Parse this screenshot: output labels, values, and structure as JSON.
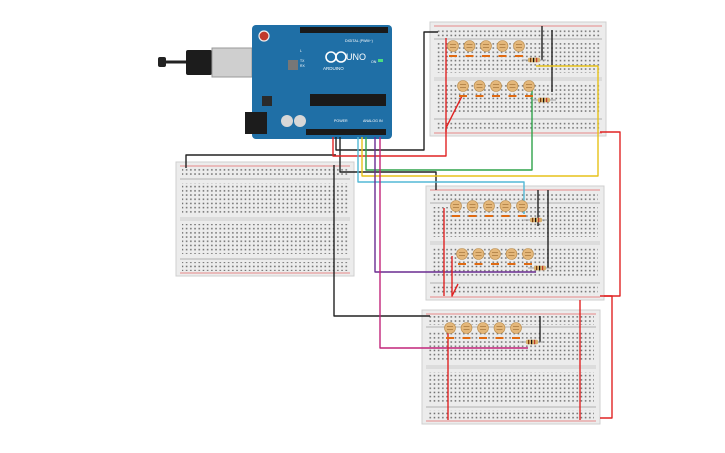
{
  "arduino": {
    "model": "UNO",
    "brand": "ARDUINO",
    "header_digital": "DIGITAL (PWM~)",
    "header_power": "POWER",
    "header_analog": "ANALOG IN",
    "on_label": "ON",
    "tx_label": "TX",
    "rx_label": "RX",
    "l_label": "L",
    "board_color": "#1f6fa6"
  },
  "colors": {
    "breadboard": "#ececec",
    "wire_black": "#222222",
    "wire_red": "#e02424",
    "wire_green": "#2fa34a",
    "wire_yellow": "#e7c21a",
    "wire_cyan": "#53b8d6",
    "wire_purple": "#6a2c91",
    "wire_magenta": "#c2257a",
    "ldr": "#e4b77a",
    "jumper": "#e06a12"
  },
  "breadboards": [
    {
      "id": "bb1",
      "ldr_rows": 2,
      "ldr_per_row": 5
    },
    {
      "id": "bb2",
      "ldr_rows": 0,
      "ldr_per_row": 0
    },
    {
      "id": "bb3",
      "ldr_rows": 2,
      "ldr_per_row": 5
    },
    {
      "id": "bb4",
      "ldr_rows": 1,
      "ldr_per_row": 5
    }
  ]
}
